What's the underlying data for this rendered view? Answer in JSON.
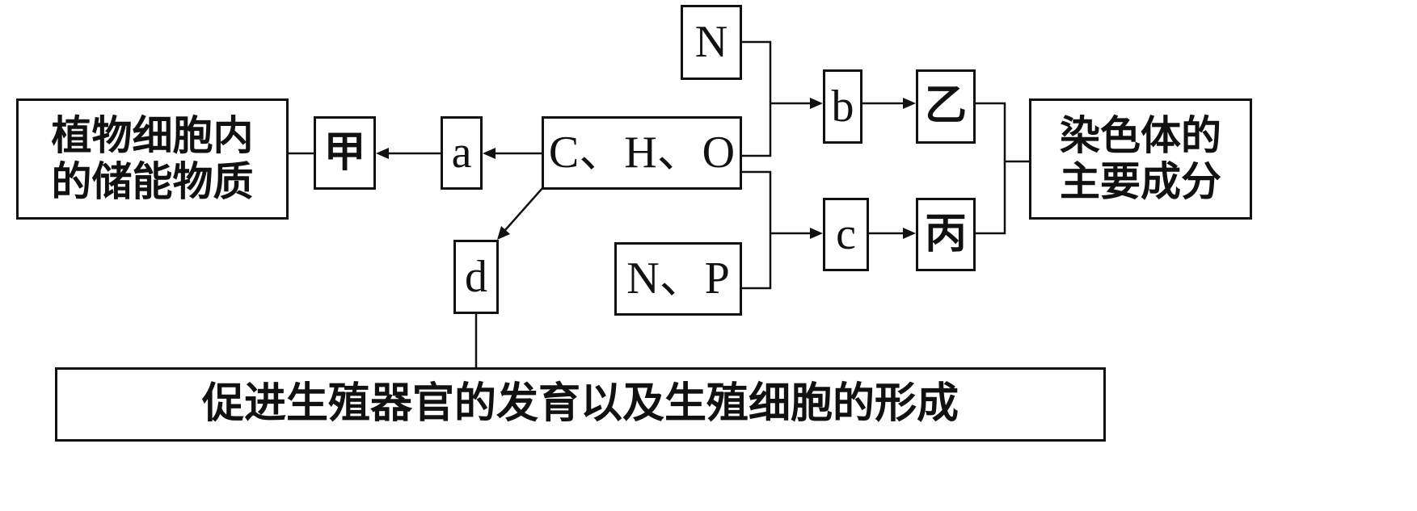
{
  "nodes": {
    "storage": {
      "line1": "植物细胞内",
      "line2": "的储能物质"
    },
    "jia": "甲",
    "a": "a",
    "cho": "C、H、O",
    "n_top": "N",
    "b": "b",
    "yi": "乙",
    "chromosome": {
      "line1": "染色体的",
      "line2": "主要成分"
    },
    "c": "c",
    "bing": "丙",
    "np": "N、P",
    "d": "d",
    "function": "促进生殖器官的发育以及生殖细胞的形成"
  }
}
